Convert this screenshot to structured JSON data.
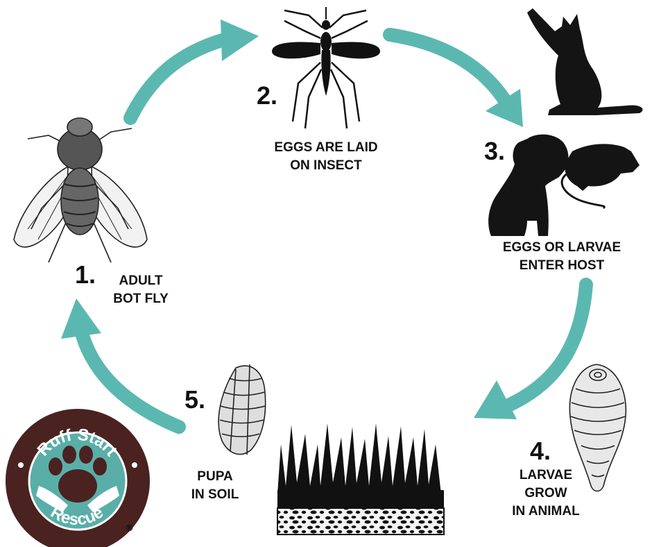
{
  "steps": [
    {
      "number": "1.",
      "caption": [
        "ADULT",
        "BOT FLY"
      ],
      "icon": "bot-fly-icon"
    },
    {
      "number": "2.",
      "caption": [
        "EGGS ARE LAID",
        "ON INSECT"
      ],
      "icon": "mosquito-icon"
    },
    {
      "number": "3.",
      "caption": [
        "EGGS OR LARVAE",
        "ENTER HOST"
      ],
      "icon": "host-animals-icon"
    },
    {
      "number": "4.",
      "caption": [
        "LARVAE",
        "GROW",
        "IN ANIMAL"
      ],
      "icon": "larva-icon"
    },
    {
      "number": "5.",
      "caption": [
        "PUPA",
        "IN SOIL"
      ],
      "icon": "pupa-icon"
    }
  ],
  "logo": {
    "top_text": "Ruff Start",
    "bottom_text": "Rescue",
    "registered_mark": "®"
  },
  "colors": {
    "arrow": "#5bb8b0",
    "logo_brown": "#4a2220",
    "logo_teal": "#5aaea8",
    "ink": "#111111"
  }
}
